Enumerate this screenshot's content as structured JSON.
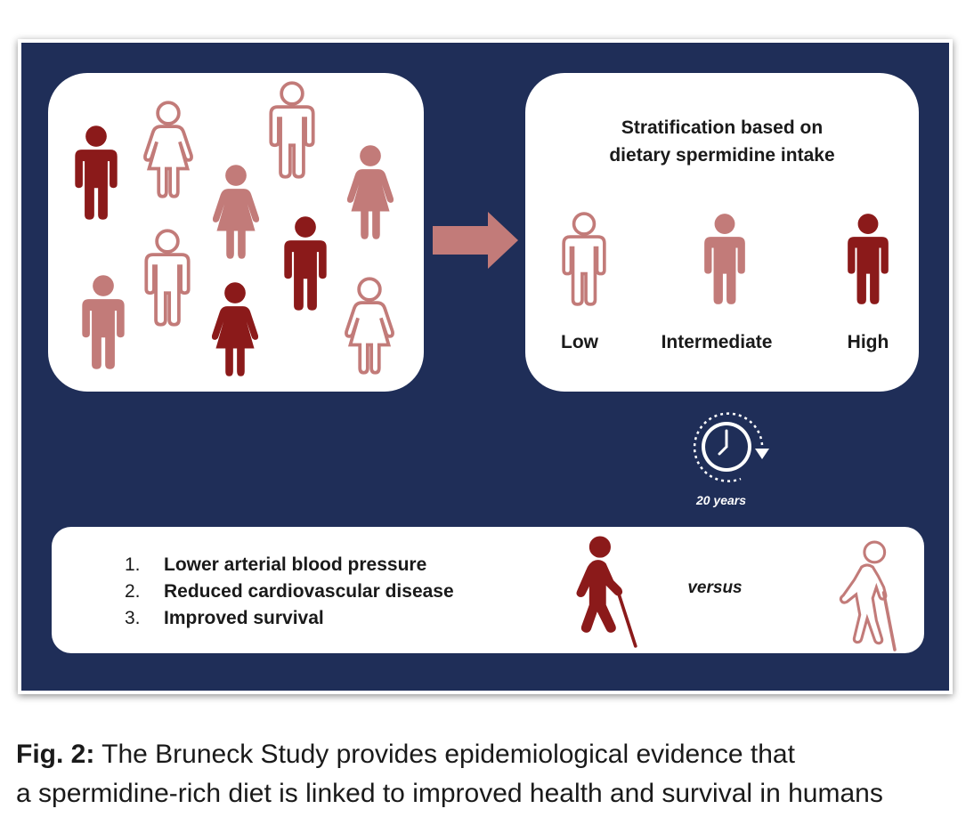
{
  "colors": {
    "dark_red": "#8b1a1a",
    "rose": "#c27b79",
    "navy": "#1f2e58"
  },
  "population": [
    {
      "icon": "man-icon",
      "style": "filled-dark"
    },
    {
      "icon": "woman-icon",
      "style": "outline"
    },
    {
      "icon": "man-icon",
      "style": "outline"
    },
    {
      "icon": "woman-icon",
      "style": "filled-rose"
    },
    {
      "icon": "woman-icon",
      "style": "filled-rose"
    },
    {
      "icon": "man-icon",
      "style": "filled-dark"
    },
    {
      "icon": "man-icon",
      "style": "outline"
    },
    {
      "icon": "man-icon",
      "style": "filled-rose"
    },
    {
      "icon": "woman-icon",
      "style": "filled-dark"
    },
    {
      "icon": "woman-icon",
      "style": "outline"
    }
  ],
  "stratification": {
    "title_line1": "Stratification based on",
    "title_line2": "dietary spermidine intake",
    "levels": [
      "Low",
      "Intermediate",
      "High"
    ]
  },
  "timeline": {
    "label": "20 years",
    "icon": "clock-icon"
  },
  "outcomes": {
    "items": [
      {
        "num": "1.",
        "text": "Lower arterial blood pressure"
      },
      {
        "num": "2.",
        "text": "Reduced cardiovascular disease"
      },
      {
        "num": "3.",
        "text": "Improved survival"
      }
    ],
    "versus": "versus"
  },
  "caption": {
    "fig_label": "Fig. 2:",
    "line1": "The Bruneck Study provides epidemiological evidence that",
    "line2": "a spermidine-rich diet is linked to improved health and survival in humans"
  }
}
